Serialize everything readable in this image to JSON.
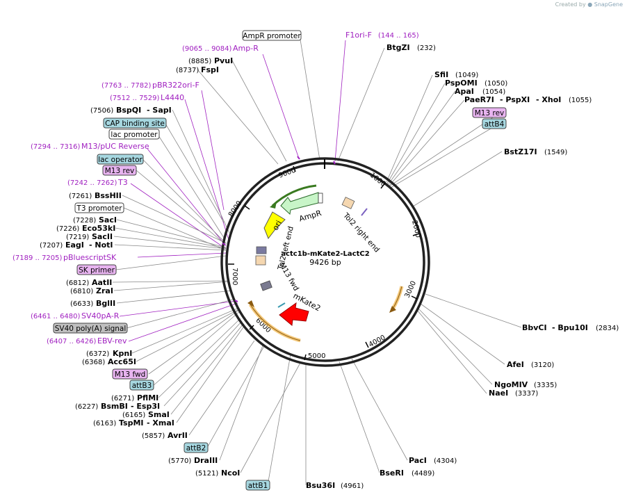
{
  "credit": {
    "prefix": "Created by",
    "brand": "SnapGene"
  },
  "plasmid": {
    "name": "actc1b-mKate2-LactC2",
    "length_label": "9426 bp"
  },
  "ruler_ticks": [
    "1000",
    "2000",
    "3000",
    "4000",
    "5000",
    "6000",
    "7000",
    "8000",
    "9000"
  ],
  "feature_boxes": [
    {
      "id": "ampr-promoter",
      "text": "AmpR promoter",
      "fill": "#ffffff"
    },
    {
      "id": "m13-rev-top",
      "text": "M13 rev",
      "fill": "#e8b4f0"
    },
    {
      "id": "attb4",
      "text": "attB4",
      "fill": "#a6d7e0"
    },
    {
      "id": "cap-site",
      "text": "CAP binding site",
      "fill": "#a6d7e0"
    },
    {
      "id": "lac-promoter",
      "text": "lac promoter",
      "fill": "#ffffff"
    },
    {
      "id": "lac-operator",
      "text": "lac operator",
      "fill": "#a6d7e0"
    },
    {
      "id": "m13-rev-left",
      "text": "M13 rev",
      "fill": "#e8b4f0"
    },
    {
      "id": "t3-promoter",
      "text": "T3 promoter",
      "fill": "#ffffff"
    },
    {
      "id": "sk-primer",
      "text": "SK primer",
      "fill": "#e8b4f0"
    },
    {
      "id": "sv40-polya",
      "text": "SV40 poly(A) signal",
      "fill": "#bfbfbf"
    },
    {
      "id": "m13-fwd-left",
      "text": "M13 fwd",
      "fill": "#e8b4f0"
    },
    {
      "id": "attb3",
      "text": "attB3",
      "fill": "#a6d7e0"
    },
    {
      "id": "attb2",
      "text": "attB2",
      "fill": "#a6d7e0"
    },
    {
      "id": "attb1",
      "text": "attB1",
      "fill": "#a6d7e0"
    }
  ],
  "primer_labels": [
    {
      "id": "f1ori-f",
      "name": "F1ori-F",
      "range": "(144 .. 165)"
    },
    {
      "id": "amp-r",
      "name": "Amp-R",
      "range": "(9065 .. 9084)"
    },
    {
      "id": "pbr322ori-f",
      "name": "pBR322ori-F",
      "range": "(7763 .. 7782)"
    },
    {
      "id": "l4440",
      "name": "L4440",
      "range": "(7512 .. 7529)"
    },
    {
      "id": "m13-puc-rev",
      "name": "M13/pUC Reverse",
      "range": "(7294 .. 7316)"
    },
    {
      "id": "t3",
      "name": "T3",
      "range": "(7242 .. 7262)"
    },
    {
      "id": "pbluescriptsk",
      "name": "pBluescriptSK",
      "range": "(7189 .. 7205)"
    },
    {
      "id": "sv40pa-r",
      "name": "SV40pA-R",
      "range": "(6461 .. 6480)"
    },
    {
      "id": "ebv-rev",
      "name": "EBV-rev",
      "range": "(6407 .. 6426)"
    }
  ],
  "enzymes": [
    {
      "id": "btgzi",
      "name": "BtgZI",
      "pos": "(232)"
    },
    {
      "id": "sfii",
      "name": "SfiI",
      "pos": "(1049)"
    },
    {
      "id": "pspomi",
      "name": "PspOMI",
      "pos": "(1050)"
    },
    {
      "id": "apai",
      "name": "ApaI",
      "pos": "(1054)"
    },
    {
      "id": "paer7i",
      "name": "PaeR7I",
      "pos": ""
    },
    {
      "id": "pspxi",
      "name": "- PspXI",
      "pos": ""
    },
    {
      "id": "xhoi",
      "name": "- XhoI",
      "pos": "(1055)"
    },
    {
      "id": "bstz17i",
      "name": "BstZ17I",
      "pos": "(1549)"
    },
    {
      "id": "bbvci",
      "name": "BbvCI",
      "pos": ""
    },
    {
      "id": "bpu10i",
      "name": "- Bpu10I",
      "pos": "(2834)"
    },
    {
      "id": "afei",
      "name": "AfeI",
      "pos": "(3120)"
    },
    {
      "id": "ngomiv",
      "name": "NgoMIV",
      "pos": "(3335)"
    },
    {
      "id": "naei",
      "name": "NaeI",
      "pos": "(3337)"
    },
    {
      "id": "paci",
      "name": "PacI",
      "pos": "(4304)"
    },
    {
      "id": "bseri",
      "name": "BseRI",
      "pos": "(4489)"
    },
    {
      "id": "bsu36i",
      "name": "Bsu36I",
      "pos": "(4961)"
    },
    {
      "id": "ncoi",
      "name": "NcoI",
      "pos": "(5121)"
    },
    {
      "id": "draiii",
      "name": "DraIII",
      "pos": "(5770)"
    },
    {
      "id": "avrii",
      "name": "AvrII",
      "pos": "(5857)"
    },
    {
      "id": "tspmi",
      "name": "TspMI",
      "pos": "(6163)"
    },
    {
      "id": "xmai",
      "name": "- XmaI",
      "pos": ""
    },
    {
      "id": "smai",
      "name": "SmaI",
      "pos": "(6165)"
    },
    {
      "id": "bsmbi",
      "name": "BsmBI",
      "pos": "(6227)"
    },
    {
      "id": "esp3i",
      "name": "- Esp3I",
      "pos": ""
    },
    {
      "id": "pflmi",
      "name": "PflMI",
      "pos": "(6271)"
    },
    {
      "id": "acc65i",
      "name": "Acc65I",
      "pos": "(6368)"
    },
    {
      "id": "kpni",
      "name": "KpnI",
      "pos": "(6372)"
    },
    {
      "id": "bglii",
      "name": "BglII",
      "pos": "(6633)"
    },
    {
      "id": "zrai",
      "name": "ZraI",
      "pos": "(6810)"
    },
    {
      "id": "aatii",
      "name": "AatII",
      "pos": "(6812)"
    },
    {
      "id": "eagi",
      "name": "EagI",
      "pos": "(7207)"
    },
    {
      "id": "noti",
      "name": "- NotI",
      "pos": ""
    },
    {
      "id": "sacii",
      "name": "SacII",
      "pos": "(7219)"
    },
    {
      "id": "eco53ki",
      "name": "Eco53kI",
      "pos": "(7226)"
    },
    {
      "id": "saci",
      "name": "SacI",
      "pos": "(7228)"
    },
    {
      "id": "bsshii",
      "name": "BssHII",
      "pos": "(7261)"
    },
    {
      "id": "bspqi",
      "name": "BspQI",
      "pos": "(7506)"
    },
    {
      "id": "sapi",
      "name": "- SapI",
      "pos": ""
    },
    {
      "id": "fspi",
      "name": "FspI",
      "pos": "(8737)"
    },
    {
      "id": "pvui",
      "name": "PvuI",
      "pos": "(8885)"
    }
  ],
  "inner_labels": {
    "ampr": "AmpR",
    "ori": "ori",
    "tol2_left": "Tol2 left end",
    "tol2_right": "Tol2 right end",
    "m13_fwd": "M13 fwd",
    "mkate2": "mKate2"
  },
  "colors": {
    "backbone": "#222222",
    "primer": "#a020c0",
    "ampr_arrow": "#c8f5c8",
    "ori_arrow": "#ffff00",
    "mkate2_arrow": "#ff0000",
    "orange_arc": "#f0b040",
    "green_arc": "#3a7a20"
  }
}
